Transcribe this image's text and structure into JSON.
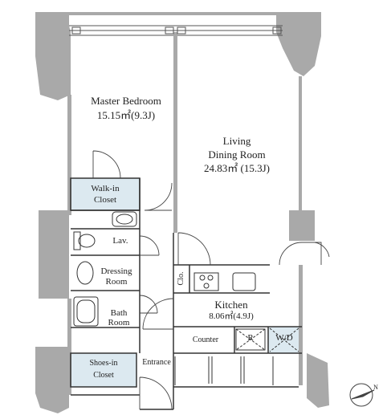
{
  "rooms": {
    "master_bedroom": {
      "name": "Master Bedroom",
      "area": "15.15㎡(9.3J)"
    },
    "living_dining": {
      "name_line1": "Living",
      "name_line2": "Dining Room",
      "area": "24.83㎡ (15.3J)"
    },
    "walk_in_closet": {
      "line1": "Walk-in",
      "line2": "Closet"
    },
    "lavatory": {
      "name": "Lav."
    },
    "dressing_room": {
      "line1": "Dressing",
      "line2": "Room"
    },
    "bath_room": {
      "line1": "Bath",
      "line2": "Room"
    },
    "shoes_in_closet": {
      "line1": "Shoes-in",
      "line2": "Closet"
    },
    "entrance": {
      "name": "Entrance"
    },
    "kitchen": {
      "name": "Kitchen",
      "area": "8.06㎡(4.9J)"
    },
    "closet": {
      "name": "Clo."
    },
    "counter": {
      "name": "Counter"
    },
    "refrigerator": {
      "name": "R"
    },
    "washer_dryer": {
      "name": "W/D"
    }
  },
  "compass": {
    "label": "N"
  },
  "colors": {
    "wall": "#a9a9a9",
    "closet_fill": "#dce9f0",
    "line": "#333333"
  }
}
